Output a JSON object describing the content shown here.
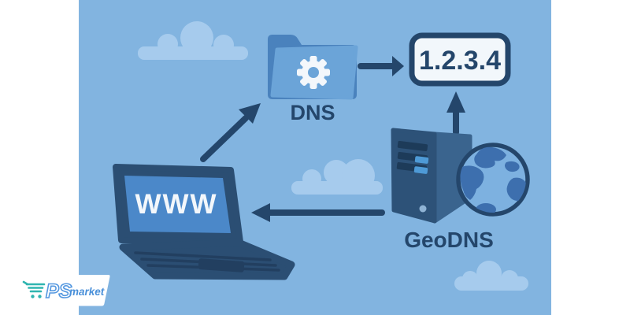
{
  "diagram": {
    "browser": {
      "label": "WWW",
      "icon": "laptop-icon"
    },
    "dns": {
      "label": "DNS",
      "icon": "folder-gear-icon"
    },
    "ip": {
      "value": "1.2.3.4"
    },
    "geodns": {
      "label": "GeoDNS",
      "icon": "server-globe-icon"
    },
    "arrows": [
      {
        "from": "browser",
        "to": "dns"
      },
      {
        "from": "dns",
        "to": "ip"
      },
      {
        "from": "geodns",
        "to": "ip"
      },
      {
        "from": "geodns",
        "to": "browser"
      }
    ],
    "colors": {
      "canvas_background": "#82b4e0",
      "page_margin": "#ffffff",
      "navy": "#24466b",
      "folder_back": "#4a82bd",
      "folder_front": "#6ba4d8",
      "gear": "#f3f7fb",
      "screen": "#4b88c9",
      "laptop_body": "#2b4e73",
      "server_front": "#2d5278",
      "server_side": "#3a648e",
      "server_accent": "#4e9ad6",
      "globe_ocean": "#7db1e0",
      "globe_land": "#3d6fae",
      "ip_box_background": "#f2f7fb",
      "cloud": "#a6cbed"
    }
  },
  "logo": {
    "brand": "PS",
    "suffix": "market",
    "cart_icon_color": "#2fb5b0",
    "text_color": "#4a90d9",
    "background": "#ffffff"
  }
}
